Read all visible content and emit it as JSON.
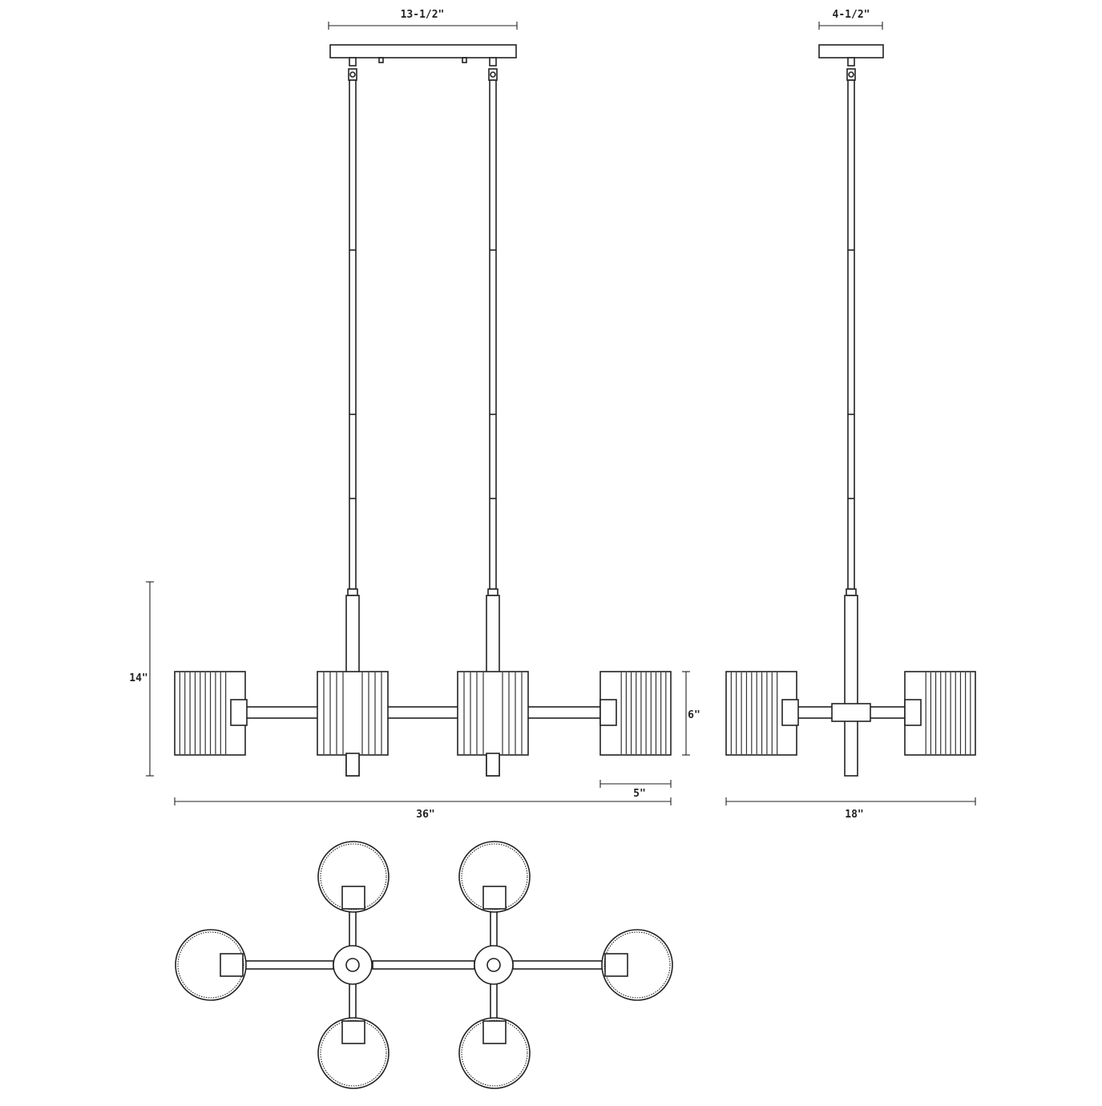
{
  "colors": {
    "line": "#222222",
    "background": "#ffffff"
  },
  "dimensions": {
    "canopy_front": "13-1/2\"",
    "canopy_side": "4-1/2\"",
    "height": "14\"",
    "shade_height": "6\"",
    "shade_width": "5\"",
    "overall_length": "36\"",
    "overall_depth": "18\""
  }
}
